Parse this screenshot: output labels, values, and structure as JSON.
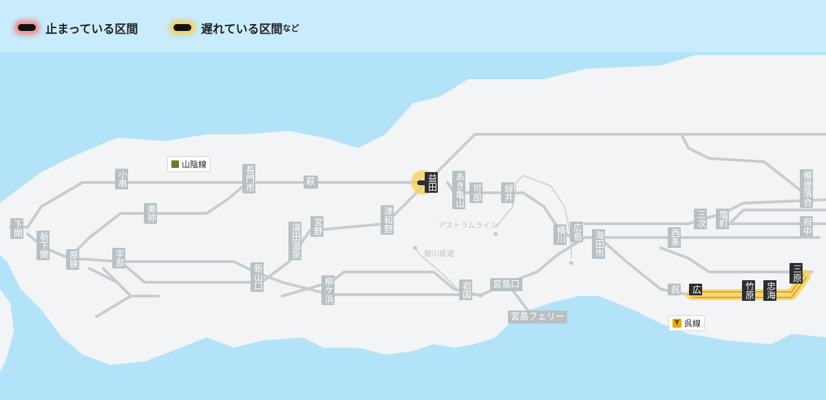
{
  "legend": {
    "stopped": "止まっている区間",
    "delayed": "遅れている区間",
    "delayed_suffix": "など"
  },
  "lines": {
    "sanin": "山陰線",
    "kure_code": "Y",
    "kure": "呉線",
    "astram": "アストラムライン",
    "nishikigawa": "錦川鉄道",
    "ferry": "宮島フェリー"
  },
  "stations": {
    "shimonoseki": "下関",
    "shinshimonoseki": "新下関",
    "kogushi": "小串",
    "mito": "美祢",
    "asa": "厚狭",
    "ube": "宇部",
    "nagatoshi": "長門市",
    "hagi": "萩",
    "yudaonsen": "湯田温泉",
    "miyano": "宮野",
    "shinyamaguchi": "新山口",
    "tsuwano": "津和野",
    "masuda": "益田",
    "yanaigatsuhama": "柳ケ浜",
    "iwakuni": "岩国",
    "miyajimaguchi": "宮島口",
    "akikameyama": "あき亀山",
    "kabe": "可部",
    "midorii": "緑井",
    "yokogawa": "横川",
    "hiroshima": "広島",
    "kaitaichi": "海田市",
    "saijo": "西条",
    "mitsugi": "三次",
    "shiomachi": "塩町",
    "bingoochiai": "備後落合",
    "fuchu": "府中",
    "kure": "呉",
    "hiro": "広",
    "takehara": "竹原",
    "tadanoumi": "忠海",
    "mihara": "三原"
  },
  "colors": {
    "sanin_line": "#6b7d2b",
    "delay_highlight": "#f2c230",
    "stop_highlight": "#ee6a6a"
  }
}
